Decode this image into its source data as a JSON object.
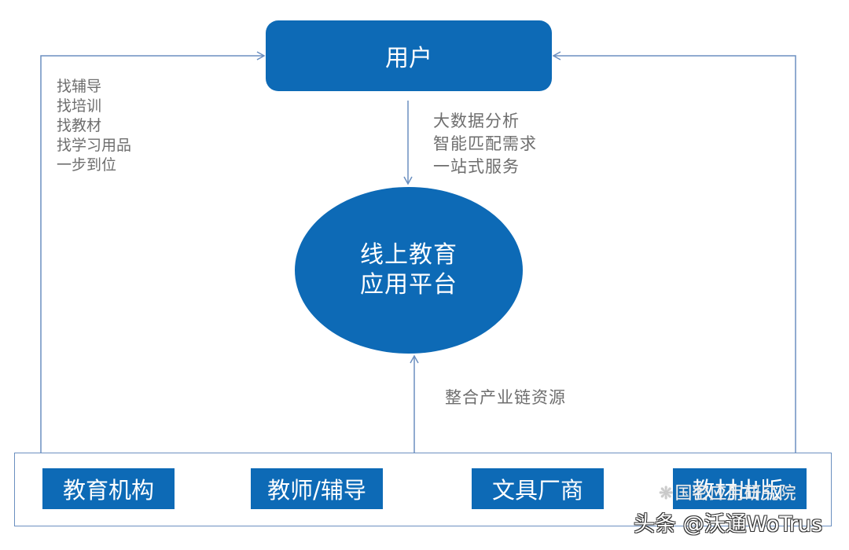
{
  "user": {
    "label": "用户"
  },
  "platform": {
    "line1": "线上教育",
    "line2": "应用平台"
  },
  "left_labels": [
    "找辅导",
    "找培训",
    "找教材",
    "找学习用品",
    "一步到位"
  ],
  "right_labels": [
    "大数据分析",
    "智能匹配需求",
    "一站式服务"
  ],
  "middle_label": "整合产业链资源",
  "stakeholders": [
    "教育机构",
    "教师/辅导",
    "文具厂商",
    "教材出版"
  ],
  "watermark": {
    "main": "头条 @沃通WoTrus",
    "sub": "国密应用研究院"
  },
  "colors": {
    "primary": "#0d6ab6",
    "line": "#6b8fc0",
    "text": "#6e6e6e"
  }
}
